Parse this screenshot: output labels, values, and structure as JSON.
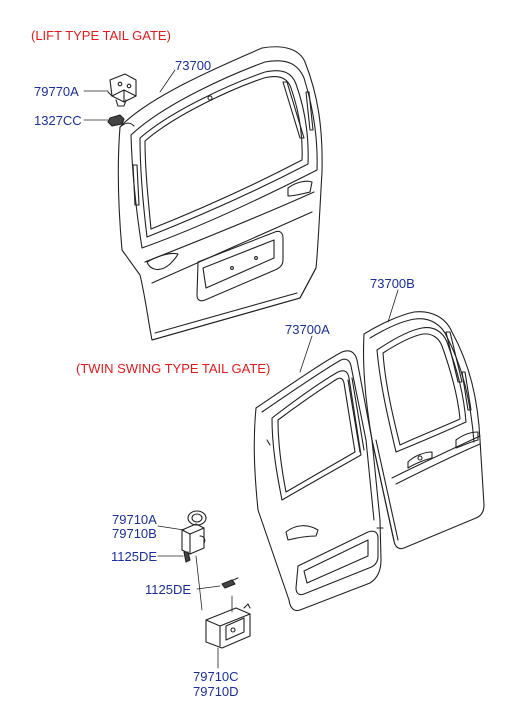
{
  "colors": {
    "title": "#e8191b",
    "part": "#1a2ea0",
    "line": "#222222"
  },
  "sections": {
    "lift": {
      "title": "(LIFT TYPE TAIL GATE)"
    },
    "twin": {
      "title": "(TWIN SWING TYPE TAIL GATE)"
    }
  },
  "parts": {
    "p73700": "73700",
    "p79770A": "79770A",
    "p1327CC": "1327CC",
    "p73700B": "73700B",
    "p73700A": "73700A",
    "p79710A": "79710A",
    "p79710B": "79710B",
    "p1125DE_1": "1125DE",
    "p1125DE_2": "1125DE",
    "p79710C": "79710C",
    "p79710D": "79710D"
  }
}
